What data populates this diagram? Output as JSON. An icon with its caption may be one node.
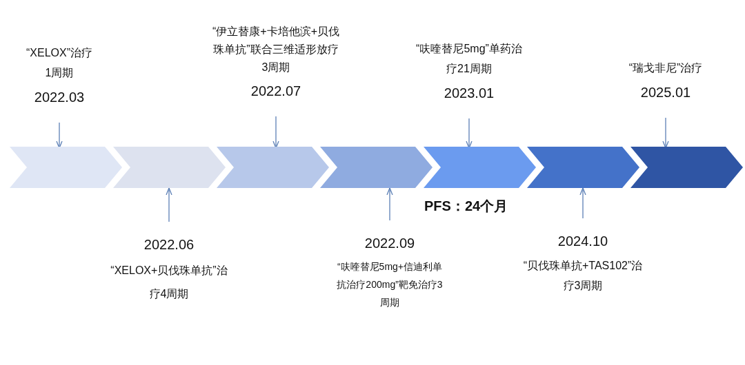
{
  "diagram": {
    "nodes": [
      {
        "text": [],
        "shape": "chevron"
      },
      {
        "text": [],
        "shape": "chevron"
      },
      {
        "text": [],
        "shape": "chevron"
      },
      {
        "text": [],
        "shape": "chevron"
      },
      {
        "text": [],
        "shape": "chevron"
      },
      {
        "text": [],
        "shape": "chevron"
      },
      {
        "text": [],
        "shape": "chevron"
      },
      {
        "text": [
          "“XELOX”治疗1周期",
          "2022.03"
        ]
      },
      {
        "text": [
          "“伊立替康+卡培他滨+贝伐珠单抗”联合三维适形放疗3周期",
          "2022.07"
        ]
      },
      {
        "text": [
          "“呋喹替尼5mg”单药治疗21周期",
          "2023.01"
        ]
      },
      {
        "text": [
          "“瑞戈非尼”治疗",
          "2025.01"
        ]
      },
      {
        "text": [
          "2022.06",
          "“XELOX+贝伐珠单抗”治疗4周期"
        ]
      },
      {
        "text": [
          "2022.09",
          "“呋喹替尼5mg+信迪利单抗治疗200mg”靶免治疗3周期"
        ]
      },
      {
        "text": [
          "2024.10",
          "“贝伐珠单抗+TAS102”治疗3周期"
        ]
      }
    ],
    "edges": [
      {
        "from": 7,
        "to": 0,
        "arrow": "to"
      },
      {
        "from": 8,
        "to": 2,
        "arrow": "to"
      },
      {
        "from": 9,
        "to": 4,
        "arrow": "to"
      },
      {
        "from": 10,
        "to": 6,
        "arrow": "to"
      },
      {
        "from": 11,
        "to": 1,
        "arrow": "to"
      },
      {
        "from": 12,
        "to": 3,
        "arrow": "to"
      },
      {
        "from": 13,
        "to": 5,
        "arrow": "to"
      }
    ],
    "labels": [
      "PFS：24个月"
    ]
  }
}
